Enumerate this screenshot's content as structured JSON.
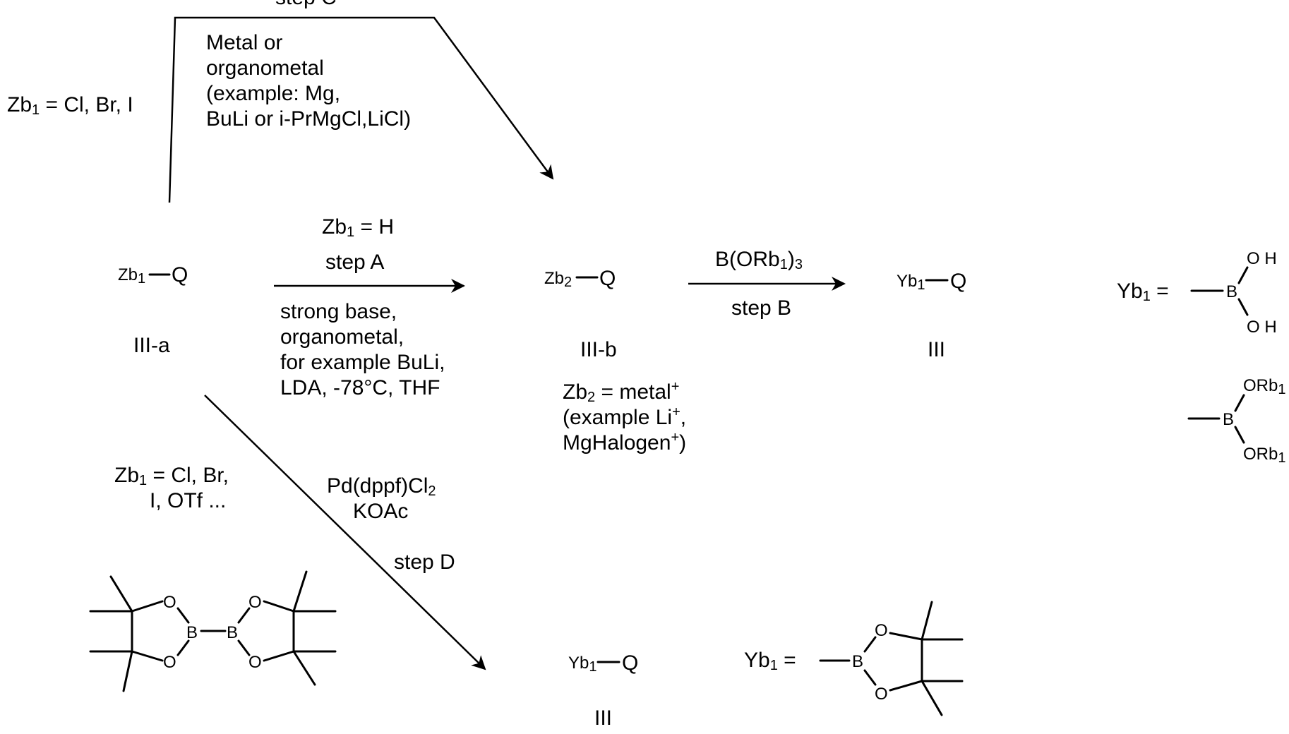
{
  "colors": {
    "ink": "#000000",
    "background": "#ffffff"
  },
  "step_c": {
    "label": "step C",
    "conditions": [
      "Metal or",
      "organometal",
      "(example: Mg,",
      "BuLi or i-PrMgCl,LiCl)"
    ],
    "zb1_prefix": "Zb",
    "zb1_sub": "1",
    "zb1_suffix": " = Cl, Br, I"
  },
  "compound_IIIa": {
    "z": "Zb",
    "z_sub": "1",
    "q": "Q",
    "id": "III-a"
  },
  "step_a": {
    "above_prefix": "Zb",
    "above_sub": "1",
    "above_suffix": " = H",
    "label": "step A",
    "conditions": [
      "strong base,",
      "organometal,",
      "for example BuLi,",
      "LDA, -78°C, THF"
    ]
  },
  "compound_IIIb": {
    "z": "Zb",
    "z_sub": "2",
    "q": "Q",
    "id": "III-b"
  },
  "zb2_note": {
    "line1_prefix": "Zb",
    "line1_sub": "2",
    "line1_suffix": " = metal",
    "line1_sup": "+",
    "line2_text": "(example Li",
    "line2_sup": "+",
    "line2_end": ",",
    "line3_text": "MgHalogen",
    "line3_sup": "+",
    "line3_end": ")"
  },
  "step_b": {
    "reagent_prefix": "B(ORb",
    "reagent_sub": "1",
    "reagent_suffix": ")",
    "reagent_sub2": "3",
    "label": "step B"
  },
  "compound_III_top": {
    "y": "Yb",
    "y_sub": "1",
    "q": "Q",
    "id": "III"
  },
  "yb1_definitions": {
    "eq_prefix": "Yb",
    "eq_sub": "1",
    "eq_suffix": " =",
    "acid": {
      "boron": "B",
      "oh1": "O H",
      "oh2": "O H"
    },
    "ester": {
      "boron": "B",
      "or1": "ORb",
      "or1_sub": "1",
      "or2": "ORb",
      "or2_sub": "1"
    }
  },
  "step_d": {
    "zb1_line1_prefix": "Zb",
    "zb1_line1_sub": "1",
    "zb1_line1_suffix": " = Cl, Br,",
    "zb1_line2": "I, OTf ...",
    "catalyst_prefix": "Pd(dppf)Cl",
    "catalyst_sub": "2",
    "base": "KOAc",
    "label": "step D"
  },
  "b2pin2": {
    "b_left": "B",
    "b_right": "B",
    "o1": "O",
    "o2": "O",
    "o3": "O",
    "o4": "O"
  },
  "compound_III_bottom": {
    "y": "Yb",
    "y_sub": "1",
    "q": "Q",
    "id": "III",
    "eq_prefix": "Yb",
    "eq_sub": "1",
    "eq_suffix": " =",
    "pin": {
      "boron": "B",
      "o_top": "O",
      "o_bottom": "O"
    }
  }
}
